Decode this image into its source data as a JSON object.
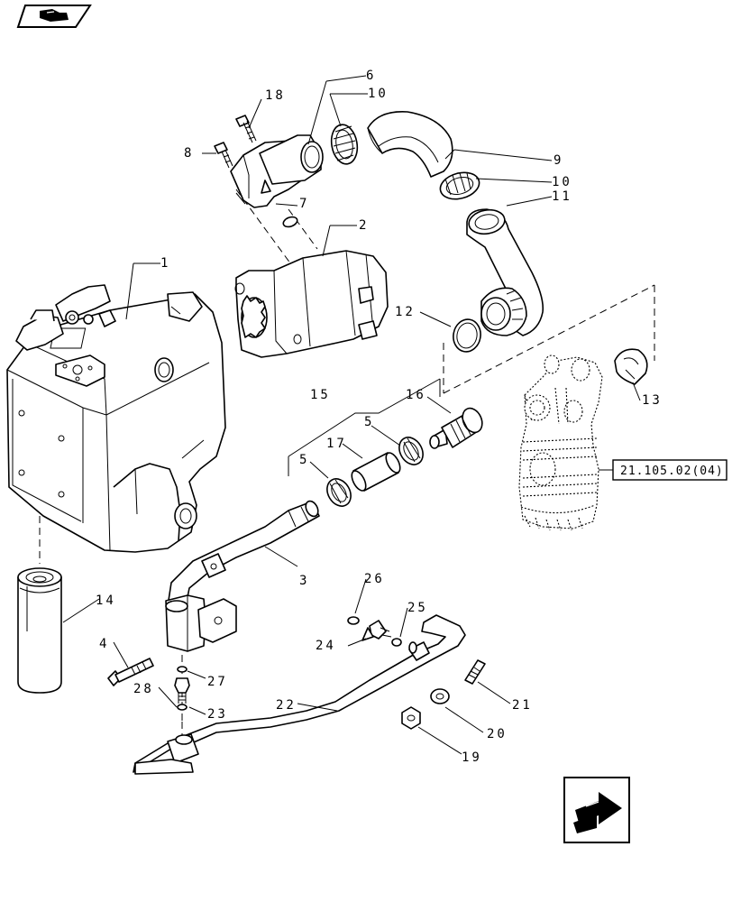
{
  "diagram": {
    "nav": {
      "back_icon": "hand-pointing-left-icon",
      "next_icon": "arrow-forward-icon"
    },
    "reference_label": "21.105.02(04)",
    "callouts": {
      "c1": "1",
      "c2": "2",
      "c3": "3",
      "c4": "4",
      "c5a": "5",
      "c5b": "5",
      "c6": "6",
      "c7": "7",
      "c8": "8",
      "c9": "9",
      "c10a": "10",
      "c10b": "10",
      "c11": "11",
      "c12": "12",
      "c13": "13",
      "c14": "14",
      "c15": "15",
      "c16": "16",
      "c17": "17",
      "c18": "18",
      "c19": "19",
      "c20": "20",
      "c21": "21",
      "c22": "22",
      "c23": "23",
      "c24": "24",
      "c25": "25",
      "c26": "26",
      "c27": "27",
      "c28": "28"
    }
  }
}
